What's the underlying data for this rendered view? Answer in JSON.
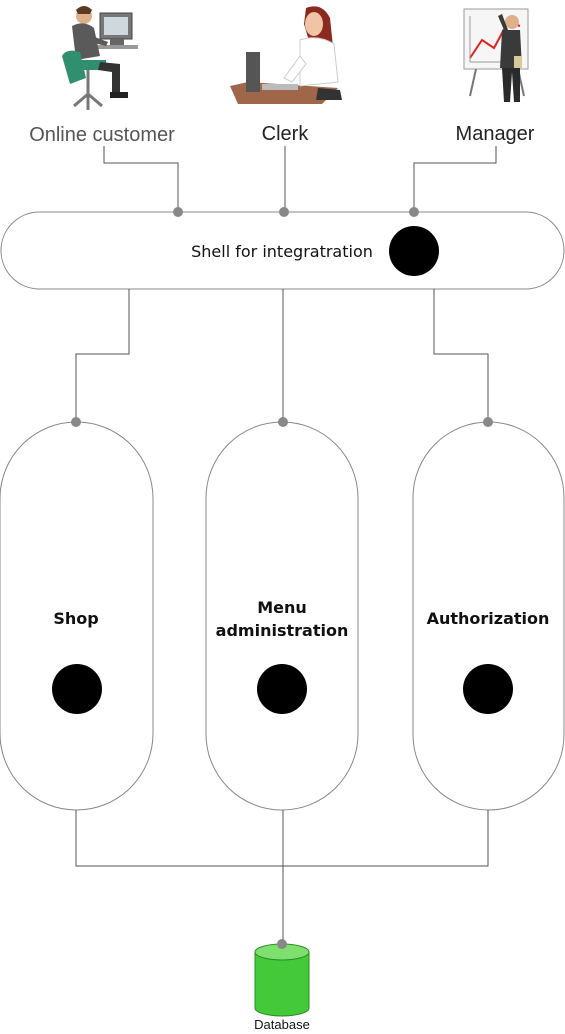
{
  "actors": [
    {
      "id": "online-customer",
      "label": "Online customer"
    },
    {
      "id": "clerk",
      "label": "Clerk"
    },
    {
      "id": "manager",
      "label": "Manager"
    }
  ],
  "shell": {
    "label": "Shell for integratration"
  },
  "components": [
    {
      "id": "shop",
      "line1": "Shop",
      "line2": ""
    },
    {
      "id": "menu-administration",
      "line1": "Menu",
      "line2": "administration"
    },
    {
      "id": "authorization",
      "line1": "Authorization",
      "line2": ""
    }
  ],
  "database": {
    "label": "Database",
    "color": "#44c93a"
  }
}
